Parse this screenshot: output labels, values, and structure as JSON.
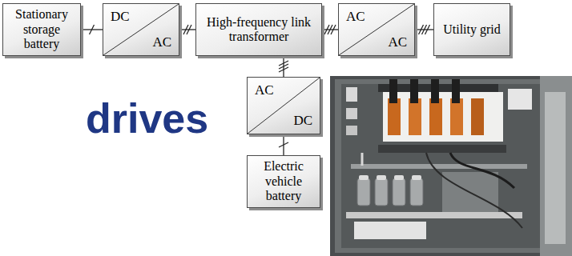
{
  "diagram": {
    "nodes": [
      {
        "text": [
          "Stationary storage battery"
        ]
      },
      {
        "text": [
          "DC",
          "AC"
        ]
      },
      {
        "text": [
          "High-frequency link transformer"
        ]
      },
      {
        "text": [
          "AC",
          "AC"
        ]
      },
      {
        "text": [
          "Utility grid"
        ]
      },
      {
        "text": [
          "AC",
          "DC"
        ]
      },
      {
        "text": [
          "Electric vehicle battery"
        ]
      }
    ],
    "edges": [
      {
        "from": 0,
        "to": 1,
        "arrow": "none"
      },
      {
        "from": 1,
        "to": 2,
        "arrow": "none"
      },
      {
        "from": 2,
        "to": 3,
        "arrow": "none"
      },
      {
        "from": 3,
        "to": 4,
        "arrow": "none"
      },
      {
        "from": 2,
        "to": 5,
        "arrow": "none"
      },
      {
        "from": 5,
        "to": 6,
        "arrow": "none"
      }
    ],
    "labels": [
      "drives"
    ]
  }
}
